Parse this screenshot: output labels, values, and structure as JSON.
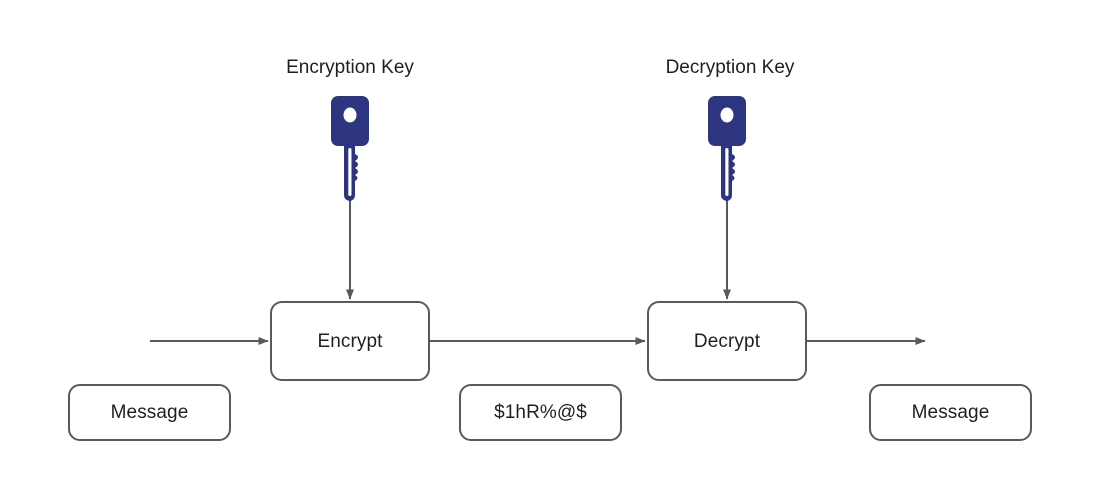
{
  "diagram": {
    "title": "Symmetric encryption / decryption flow",
    "colors": {
      "key_blue": "#2e3580",
      "stroke_gray": "#5a5a5a",
      "arrow_gray": "#595959",
      "text": "#1f1f1f",
      "background": "#ffffff"
    },
    "captions": {
      "encryption_key": "Encryption Key",
      "decryption_key": "Decryption Key"
    },
    "nodes": {
      "encrypt": "Encrypt",
      "decrypt": "Decrypt",
      "message_in": "Message",
      "ciphertext": "$1hR%@$",
      "message_out": "Message"
    },
    "icons": {
      "encryption_key": "key-icon",
      "decryption_key": "key-icon"
    },
    "arrows": [
      {
        "name": "message-in-to-encrypt",
        "direction": "right"
      },
      {
        "name": "encrypt-to-decrypt",
        "direction": "right"
      },
      {
        "name": "decrypt-to-message-out",
        "direction": "right"
      },
      {
        "name": "encryption-key-to-encrypt",
        "direction": "down"
      },
      {
        "name": "decryption-key-to-decrypt",
        "direction": "down"
      }
    ]
  }
}
